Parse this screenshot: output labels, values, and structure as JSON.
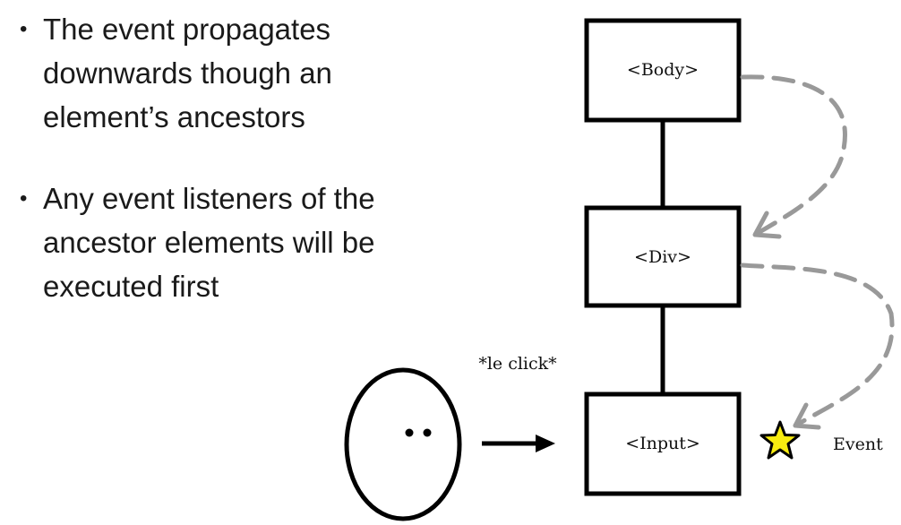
{
  "bullets": [
    "The event propagates downwards though an element’s ancestors",
    "Any event listeners of the ancestor elements will be executed first"
  ],
  "diagram": {
    "nodes": [
      "<Body>",
      "<Div>",
      "<Input>"
    ],
    "click_label": "*le click*",
    "event_label": "Event"
  },
  "colors": {
    "box_stroke": "#000000",
    "dashed_arrow": "#999999",
    "star_fill": "#f7ec10"
  }
}
